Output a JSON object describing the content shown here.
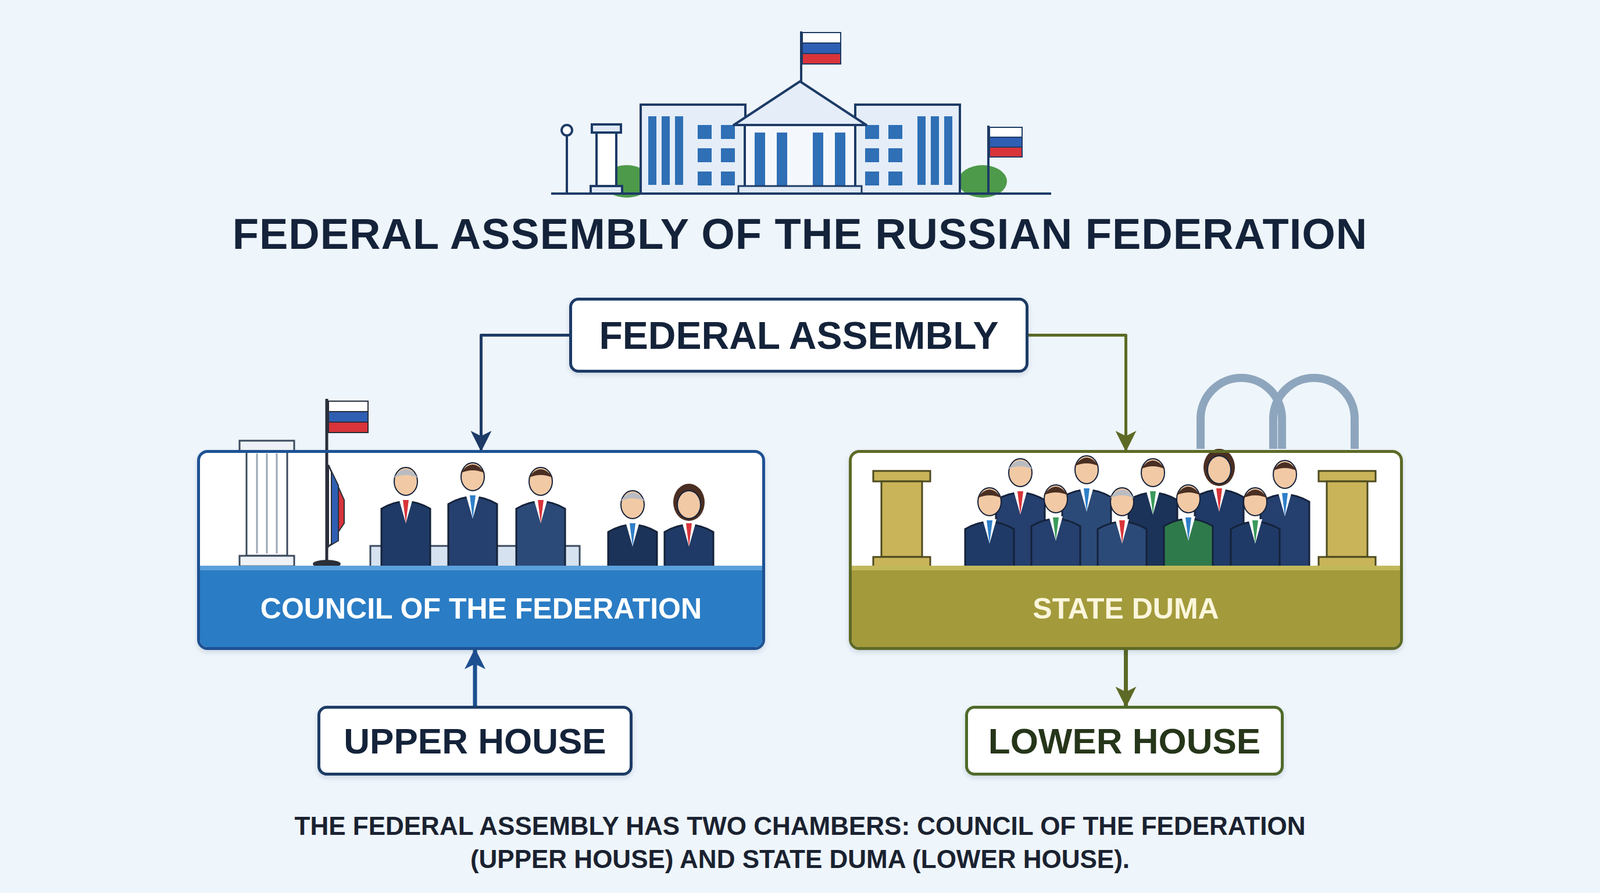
{
  "diagram": {
    "title": "FEDERAL ASSEMBLY OF THE RUSSIAN FEDERATION",
    "caption": "THE FEDERAL ASSEMBLY HAS TWO CHAMBERS: COUNCIL OF THE FEDERATION (UPPER HOUSE) AND STATE DUMA (LOWER HOUSE).",
    "nodes": [
      {
        "text": [
          "FEDERAL ASSEMBLY"
        ]
      },
      {
        "text": [
          "COUNCIL OF THE FEDERATION"
        ]
      },
      {
        "text": [
          "STATE DUMA"
        ]
      },
      {
        "text": [
          "UPPER HOUSE"
        ]
      },
      {
        "text": [
          "LOWER HOUSE"
        ]
      }
    ],
    "edges": [
      {
        "from": 0,
        "to": 1,
        "arrow": "to"
      },
      {
        "from": 0,
        "to": 2,
        "arrow": "to"
      },
      {
        "from": 3,
        "to": 1,
        "arrow": "to"
      },
      {
        "from": 2,
        "to": 4,
        "arrow": "to"
      }
    ]
  }
}
